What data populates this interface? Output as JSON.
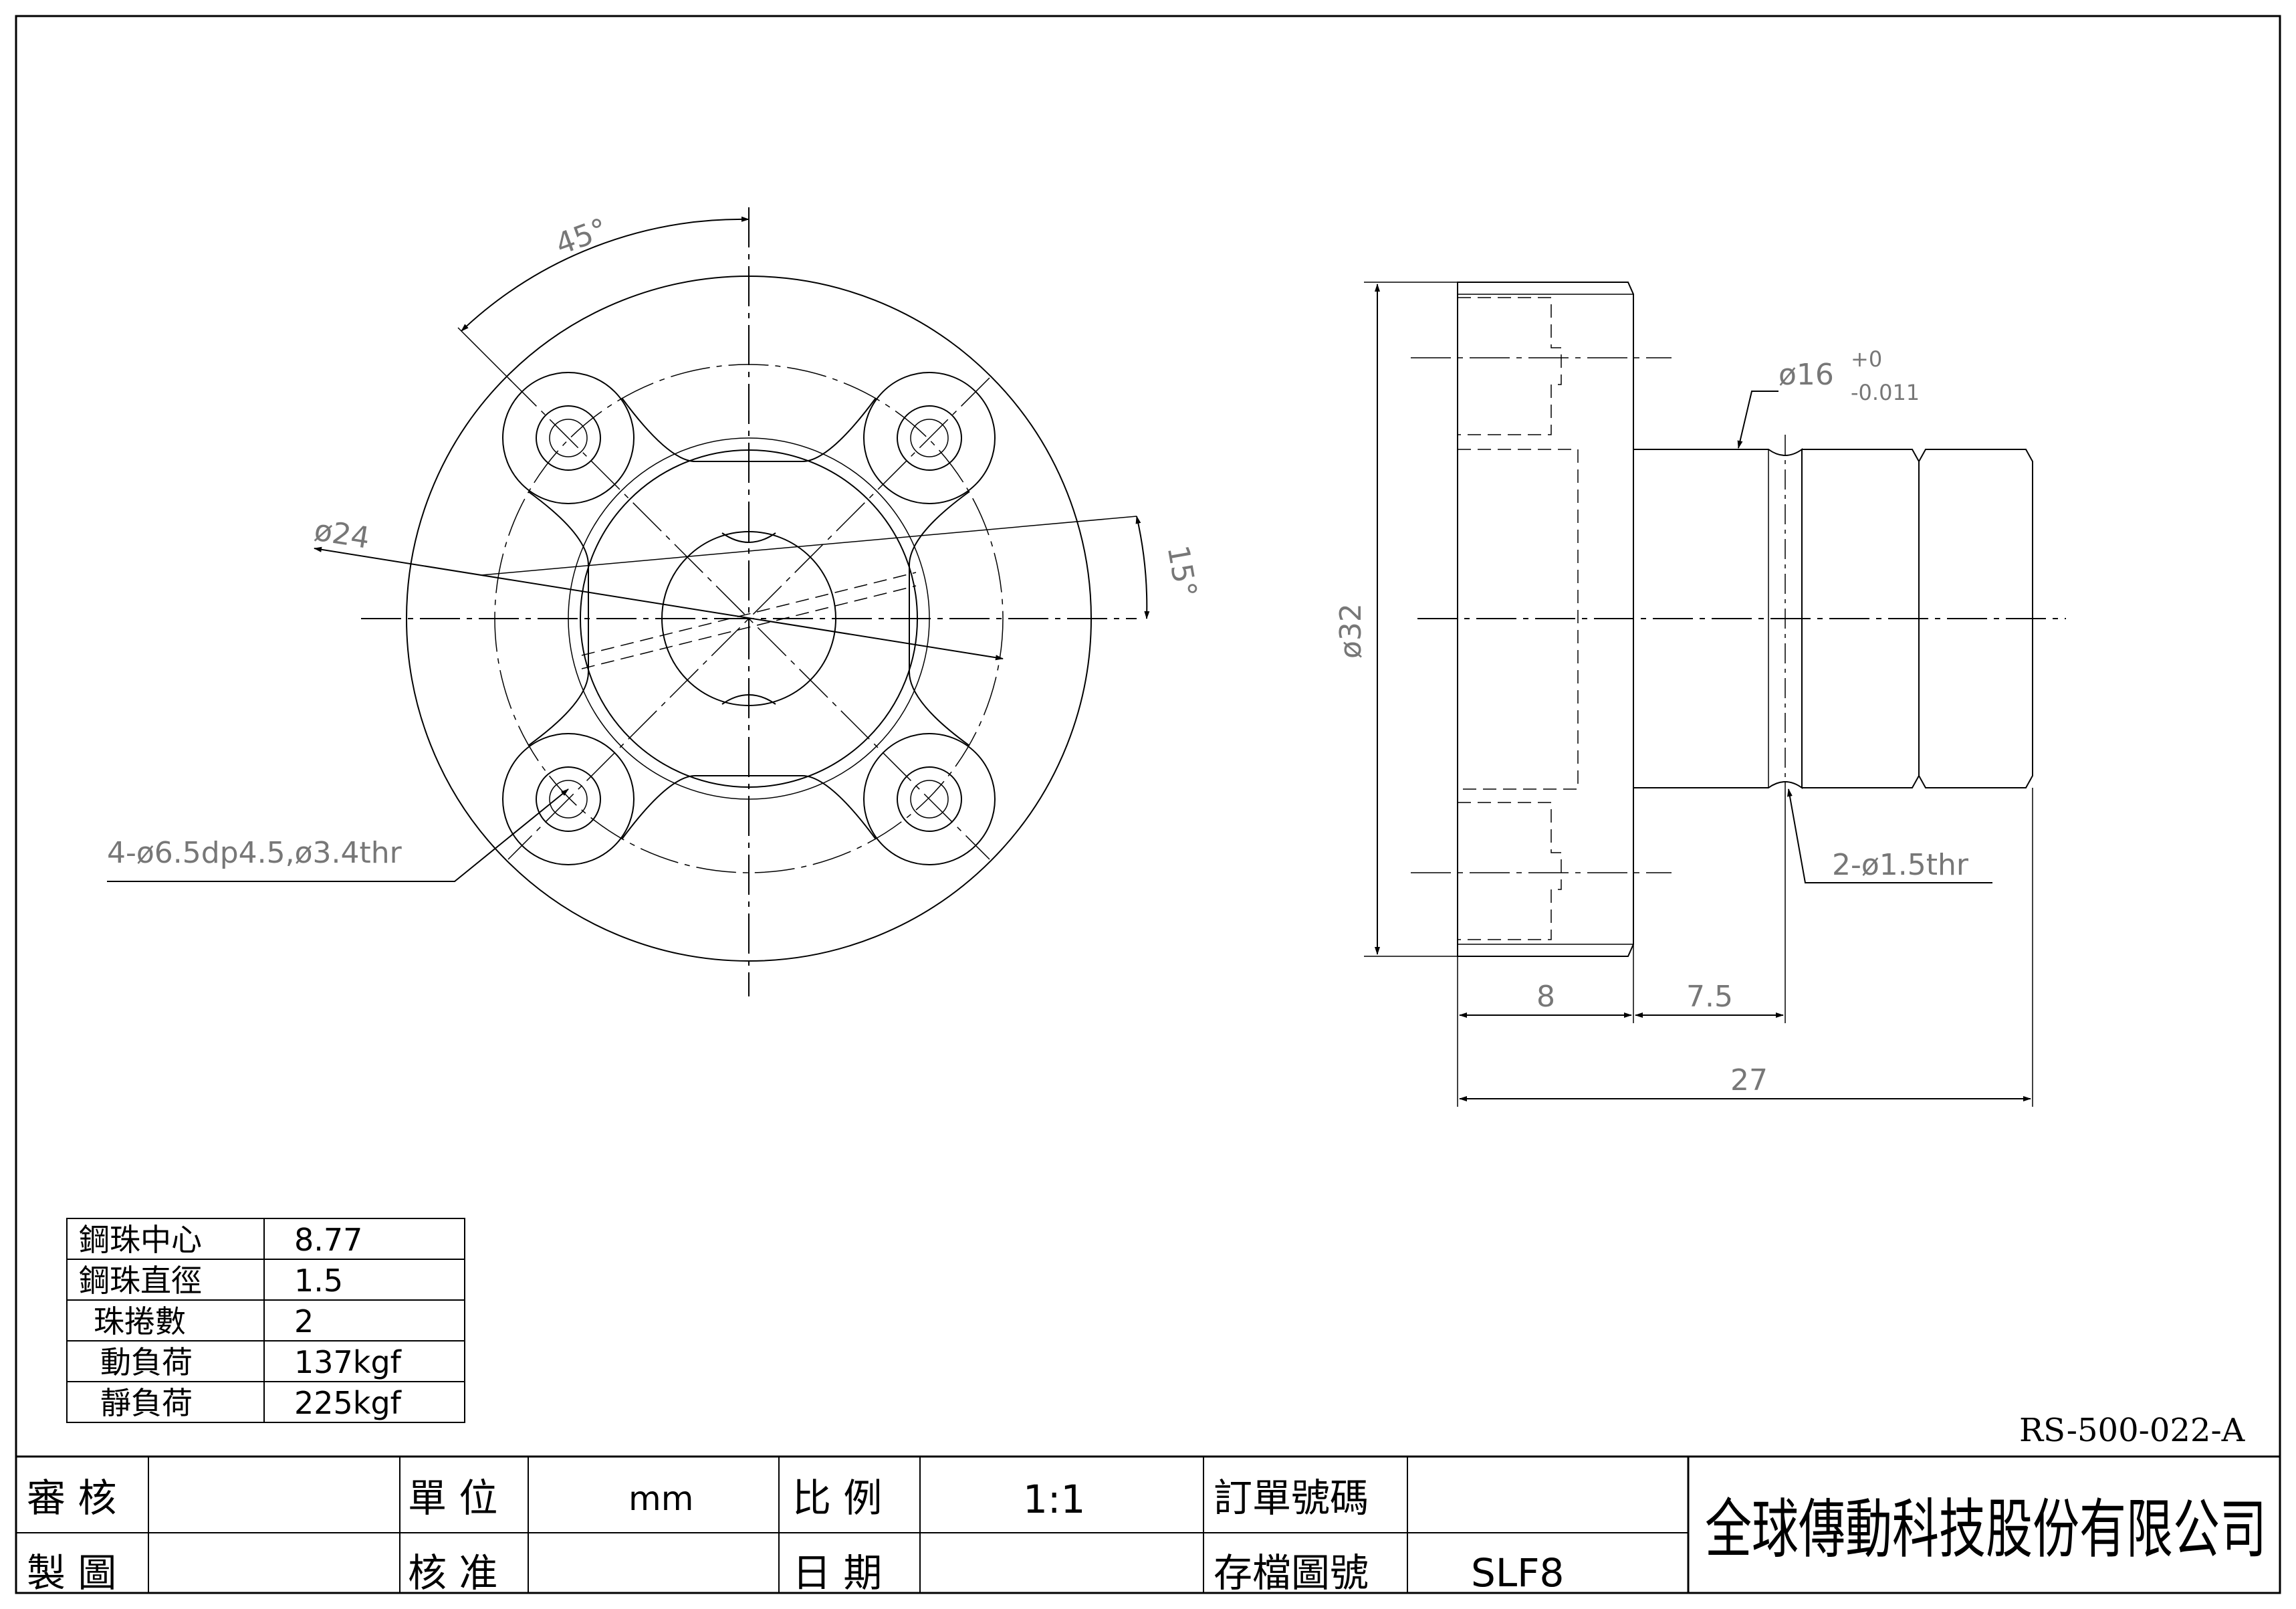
{
  "front_view": {
    "angle_label": "45°",
    "pcd_label": "ø24",
    "tilt_label": "15°",
    "holes_label": "4-ø6.5dp4.5,ø3.4thr"
  },
  "side_view": {
    "flange_dia_label": "ø32",
    "shank_dia_label": "ø16",
    "shank_tol_upper": "+0",
    "shank_tol_lower": "-0.011",
    "oil_hole_label": "2-ø1.5thr",
    "flange_thickness": "8",
    "shank_length": "7.5",
    "total_length": "27"
  },
  "spec_table": {
    "rows": [
      {
        "label": "鋼珠中心",
        "value": "8.77"
      },
      {
        "label": "鋼珠直徑",
        "value": "1.5"
      },
      {
        "label": "珠捲數",
        "value": "2"
      },
      {
        "label": "動負荷",
        "value": "137kgf"
      },
      {
        "label": "靜負荷",
        "value": "225kgf"
      }
    ]
  },
  "drawing_number": "RS-500-022-A",
  "title_block": {
    "review_label": "審 核",
    "review_value": "",
    "drawn_label": "製 圖",
    "drawn_value": "",
    "unit_label": "單 位",
    "unit_value": "mm",
    "approve_label": "核 准",
    "approve_value": "",
    "scale_label": "比 例",
    "scale_value": "1:1",
    "date_label": "日 期",
    "date_value": "",
    "order_label": "訂單號碼",
    "order_value": "",
    "file_label": "存檔圖號",
    "file_value": "SLF8",
    "company": "全球傳動科技股份有限公司"
  }
}
